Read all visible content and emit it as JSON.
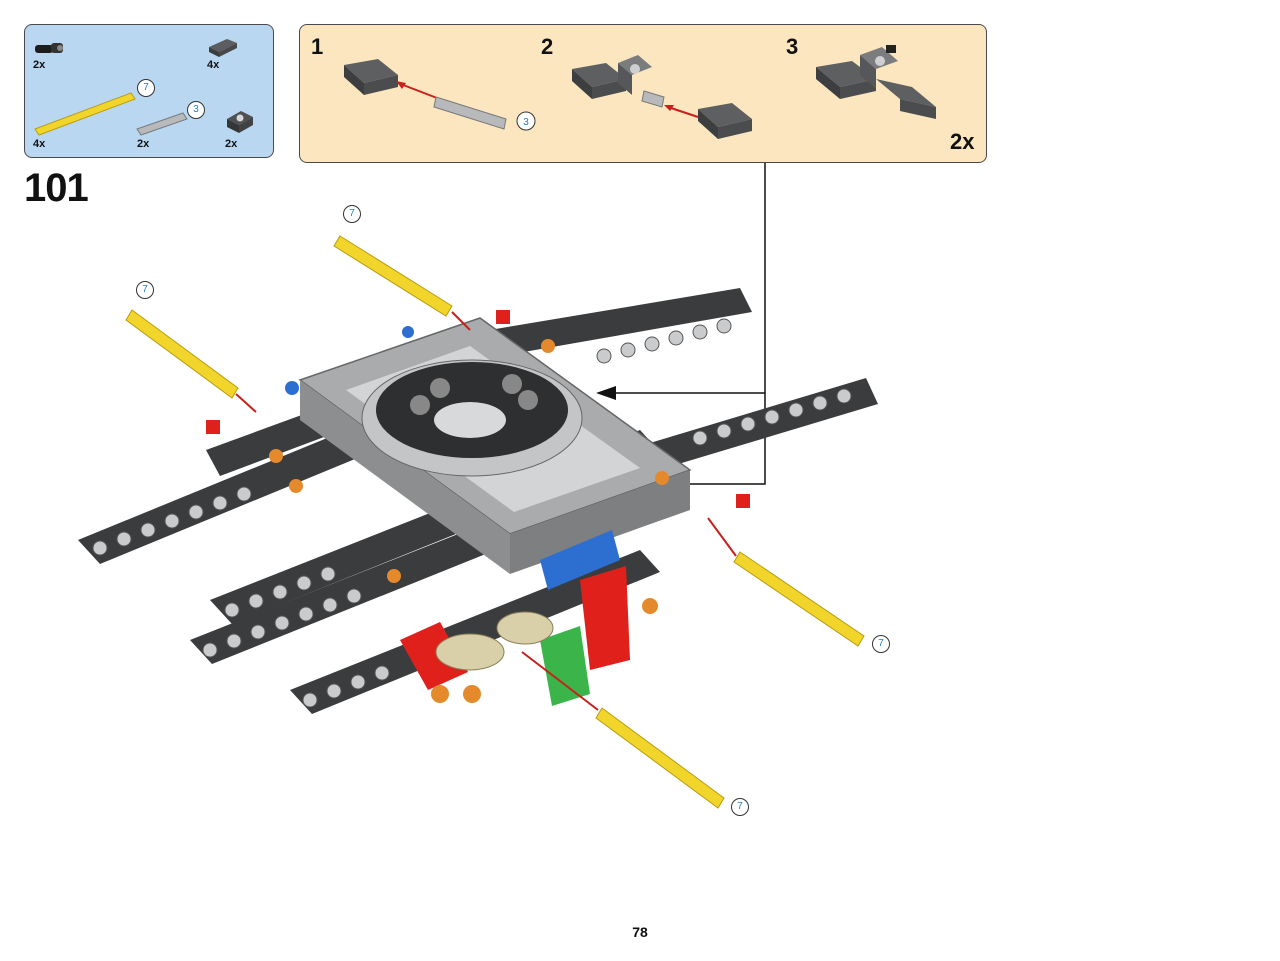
{
  "parts_list": {
    "items": [
      {
        "part": "black-pin-connector",
        "qty": "2x"
      },
      {
        "part": "dark-grey-axle-connector",
        "qty": "4x"
      },
      {
        "part": "yellow-axle",
        "qty": "4x",
        "length": "7"
      },
      {
        "part": "grey-axle",
        "qty": "2x",
        "length": "3"
      },
      {
        "part": "dark-grey-pin-joiner",
        "qty": "2x"
      }
    ]
  },
  "submodel": {
    "steps": [
      "1",
      "2",
      "3"
    ],
    "multiplier": "2x",
    "axle_length": "3"
  },
  "step_number": "101",
  "callout_lengths": [
    "7",
    "7",
    "7",
    "7"
  ],
  "page_number": "78",
  "colors": {
    "parts_bg": "#b9d7f1",
    "submodel_bg": "#fbe6bf",
    "axle_yellow": "#f2d52a",
    "beam_dark": "#3a3c3e",
    "frame_grey": "#a9abad",
    "accent_red": "#e0201b",
    "accent_blue": "#2c6fd0",
    "accent_green": "#3bb54a",
    "accent_orange": "#e58a2c"
  }
}
